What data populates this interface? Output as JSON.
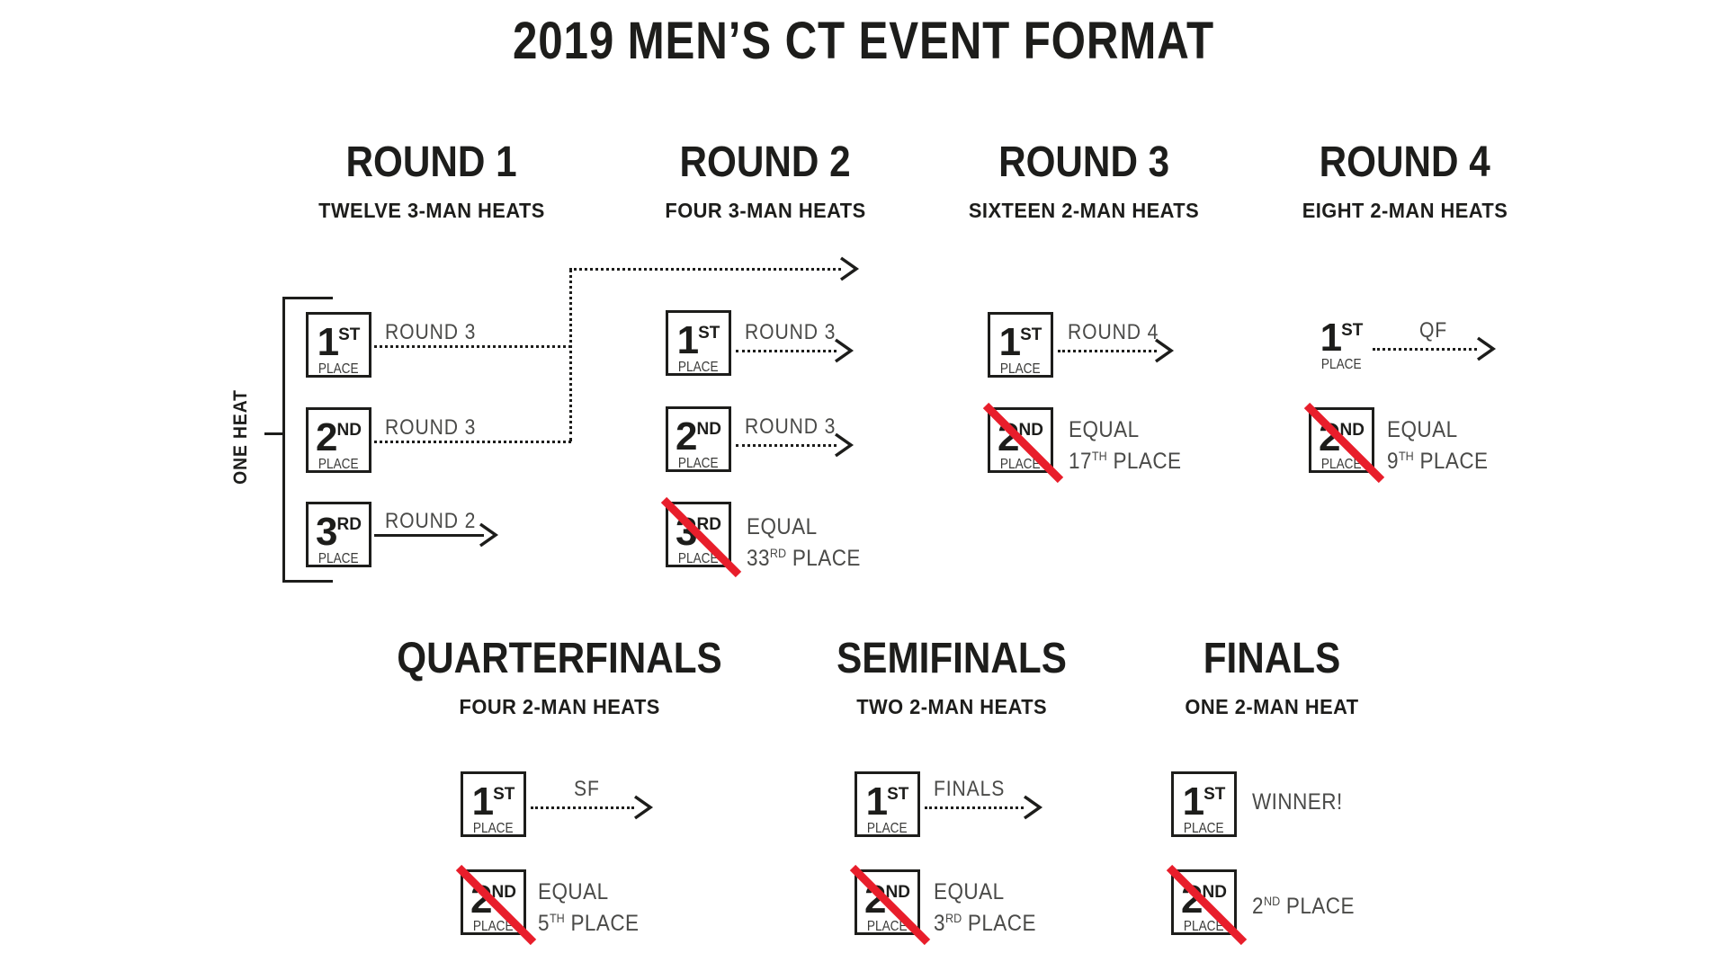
{
  "title": "2019 MEN’S CT EVENT FORMAT",
  "colors": {
    "ink": "#1d1d1b",
    "label_grey": "#4a4a48",
    "cross_red": "#e81e2b"
  },
  "bracket": {
    "label": "ONE HEAT"
  },
  "stages": {
    "round1": {
      "title": "ROUND 1",
      "subtitle": "TWELVE 3-MAN HEATS",
      "slots": {
        "first": {
          "num": "1",
          "ord": "ST",
          "place": "PLACE",
          "dest": "ROUND 3"
        },
        "second": {
          "num": "2",
          "ord": "ND",
          "place": "PLACE",
          "dest": "ROUND 3"
        },
        "third": {
          "num": "3",
          "ord": "RD",
          "place": "PLACE",
          "dest": "ROUND 2"
        }
      }
    },
    "round2": {
      "title": "ROUND 2",
      "subtitle": "FOUR 3-MAN HEATS",
      "slots": {
        "first": {
          "num": "1",
          "ord": "ST",
          "place": "PLACE",
          "dest": "ROUND 3"
        },
        "second": {
          "num": "2",
          "ord": "ND",
          "place": "PLACE",
          "dest": "ROUND 3"
        },
        "third": {
          "num": "3",
          "ord": "RD",
          "place": "PLACE",
          "equal": "EQUAL",
          "result_num": "33",
          "result_ord": "RD",
          "result_tail": "PLACE"
        }
      }
    },
    "round3": {
      "title": "ROUND 3",
      "subtitle": "SIXTEEN 2-MAN HEATS",
      "slots": {
        "first": {
          "num": "1",
          "ord": "ST",
          "place": "PLACE",
          "dest": "ROUND 4"
        },
        "second": {
          "num": "2",
          "ord": "ND",
          "place": "PLACE",
          "equal": "EQUAL",
          "result_num": "17",
          "result_ord": "TH",
          "result_tail": "PLACE"
        }
      }
    },
    "round4": {
      "title": "ROUND 4",
      "subtitle": "EIGHT 2-MAN HEATS",
      "slots": {
        "first": {
          "num": "1",
          "ord": "ST",
          "place": "PLACE",
          "dest": "QF"
        },
        "second": {
          "num": "2",
          "ord": "ND",
          "place": "PLACE",
          "equal": "EQUAL",
          "result_num": "9",
          "result_ord": "TH",
          "result_tail": "PLACE"
        }
      }
    },
    "quarterfinals": {
      "title": "QUARTERFINALS",
      "subtitle": "FOUR 2-MAN HEATS",
      "slots": {
        "first": {
          "num": "1",
          "ord": "ST",
          "place": "PLACE",
          "dest": "SF"
        },
        "second": {
          "num": "2",
          "ord": "ND",
          "place": "PLACE",
          "equal": "EQUAL",
          "result_num": "5",
          "result_ord": "TH",
          "result_tail": "PLACE"
        }
      }
    },
    "semifinals": {
      "title": "SEMIFINALS",
      "subtitle": "TWO 2-MAN HEATS",
      "slots": {
        "first": {
          "num": "1",
          "ord": "ST",
          "place": "PLACE",
          "dest": "FINALS"
        },
        "second": {
          "num": "2",
          "ord": "ND",
          "place": "PLACE",
          "equal": "EQUAL",
          "result_num": "3",
          "result_ord": "RD",
          "result_tail": "PLACE"
        }
      }
    },
    "finals": {
      "title": "FINALS",
      "subtitle": "ONE 2-MAN HEAT",
      "slots": {
        "first": {
          "num": "1",
          "ord": "ST",
          "place": "PLACE",
          "result": "WINNER!"
        },
        "second": {
          "num": "2",
          "ord": "ND",
          "place": "PLACE",
          "result_num": "2",
          "result_ord": "ND",
          "result_tail": "PLACE"
        }
      }
    }
  }
}
